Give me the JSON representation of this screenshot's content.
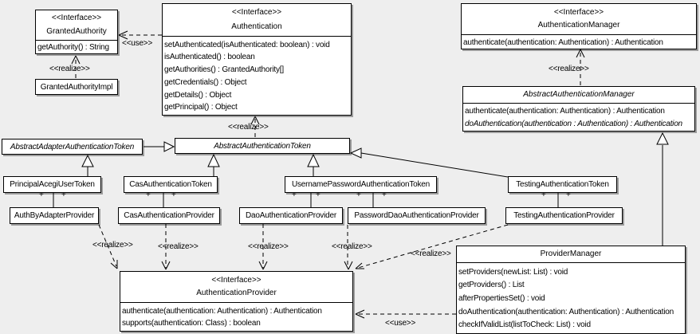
{
  "labels": {
    "interface": "<<Interface>>",
    "use": "<<use>>",
    "realize": "<<realize>>",
    "plus": "+"
  },
  "classes": {
    "granted_authority": {
      "stereotype": "<<Interface>>",
      "name": "GrantedAuthority",
      "methods": [
        "getAuthority() : String"
      ]
    },
    "granted_authority_impl": {
      "name": "GrantedAuthorityImpl"
    },
    "authentication": {
      "stereotype": "<<Interface>>",
      "name": "Authentication",
      "methods": [
        "setAuthenticated(isAuthenticated: boolean) : void",
        "isAuthenticated() : boolean",
        "getAuthorities() : GrantedAuthority[]",
        "getCredentials() : Object",
        "getDetails() : Object",
        "getPrincipal() : Object"
      ]
    },
    "authentication_manager": {
      "stereotype": "<<Interface>>",
      "name": "AuthenticationManager",
      "methods": [
        "authenticate(authentication: Authentication) : Authentication"
      ]
    },
    "abstract_authentication_manager": {
      "name": "AbstractAuthenticationManager",
      "methods": [
        "authenticate(authentication: Authentication) : Authentication",
        "doAuthentication(authentication : Authentication) : Authentication"
      ]
    },
    "abstract_adapter_authentication_token": {
      "name": "AbstractAdapterAuthenticationToken"
    },
    "abstract_authentication_token": {
      "name": "AbstractAuthenticationToken"
    },
    "principal_acegi_user_token": {
      "name": "PrincipalAcegiUserToken"
    },
    "cas_authentication_token": {
      "name": "CasAuthenticationToken"
    },
    "username_password_authentication_token": {
      "name": "UsernamePasswordAuthenticationToken"
    },
    "testing_authentication_token": {
      "name": "TestingAuthenticationToken"
    },
    "auth_by_adapter_provider": {
      "name": "AuthByAdapterProvider"
    },
    "cas_authentication_provider": {
      "name": "CasAuthenticationProvider"
    },
    "dao_authentication_provider": {
      "name": "DaoAuthenticationProvider"
    },
    "password_dao_authentication_provider": {
      "name": "PasswordDaoAuthenticationProvider"
    },
    "testing_authentication_provider": {
      "name": "TestingAuthenticationProvider"
    },
    "authentication_provider": {
      "stereotype": "<<Interface>>",
      "name": "AuthenticationProvider",
      "methods": [
        "authenticate(authentication: Authentication) : Authentication",
        "supports(authentication: Class) : boolean"
      ]
    },
    "provider_manager": {
      "name": "ProviderManager",
      "methods": [
        "setProviders(newList: List) : void",
        "getProviders() : List",
        "afterPropertiesSet() : void",
        "doAuthentication(authentication: Authentication) : Authentication",
        "checkIfValidList(listToCheck: List) : void"
      ]
    }
  }
}
